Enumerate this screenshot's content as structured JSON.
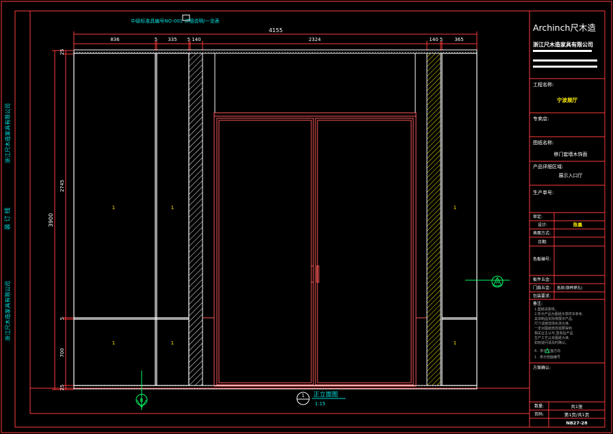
{
  "drawing": {
    "top_note": "中级标准具编号NO-001 详细说明/一览表",
    "overall_width": "4155",
    "dims_top": [
      "836",
      "5",
      "335",
      "5",
      "140",
      "2324",
      "140",
      "5",
      "365"
    ],
    "dims_left": {
      "total": "3900",
      "top_margin": "25",
      "upper": "2745",
      "mid": "5",
      "lower": "700",
      "bottom_margin": "25"
    },
    "view_title": "正立面图",
    "view_scale": "1:15",
    "view_number": "1",
    "section_marker_bottom": "B",
    "section_marker_right": "A",
    "side_text_upper": "浙江尺木造家具有限公司",
    "side_text_mid": "装 订 线",
    "side_text_lower": "浙江尺木造家具有限公司"
  },
  "title_block": {
    "brand": "Archinch尺木造",
    "company": "浙江尺木造家具有限公司",
    "project_label": "工程名称:",
    "project_value": "宁波展厅",
    "store_label": "专卖店:",
    "drawing_name_label": "图纸名称:",
    "drawing_name_value": "移门套墙木饰面",
    "area_label": "产品详细区域:",
    "area_value": "展示入口厅",
    "production_no_label": "生产单号:",
    "review_label": "审定:",
    "design_label": "设计:",
    "design_value": "陈晨",
    "finish_label": "表面方式:",
    "date_label": "日期:",
    "color_label": "色板编号:",
    "panel_label": "板件五金:",
    "door_label": "门扇五金:",
    "door_value": "各拼(铁桦焊孔)",
    "other_label": "包装要求:",
    "notes_label": "备注:",
    "notes": [
      "1.图纸请复核。",
      "2.所示产品为图纸示意样本参考,",
      "  具体制品实际按展示产品,",
      "  尺寸请按现场实测为准,",
      "  一定对图纸修改需要得到",
      "  相关业主认可,签收后产品",
      "  生产工艺以本图纸为准,",
      "  如有疑问请及时确认。",
      "A .    表示立面方向",
      "1 .    表示剖面编号"
    ],
    "scheme_label": "方案确认:",
    "quantity_label": "数量:",
    "quantity_value": "共1张",
    "page_label": "页码:",
    "page_value": "第1页/共1页",
    "drawing_no_value": "NB27-28"
  }
}
